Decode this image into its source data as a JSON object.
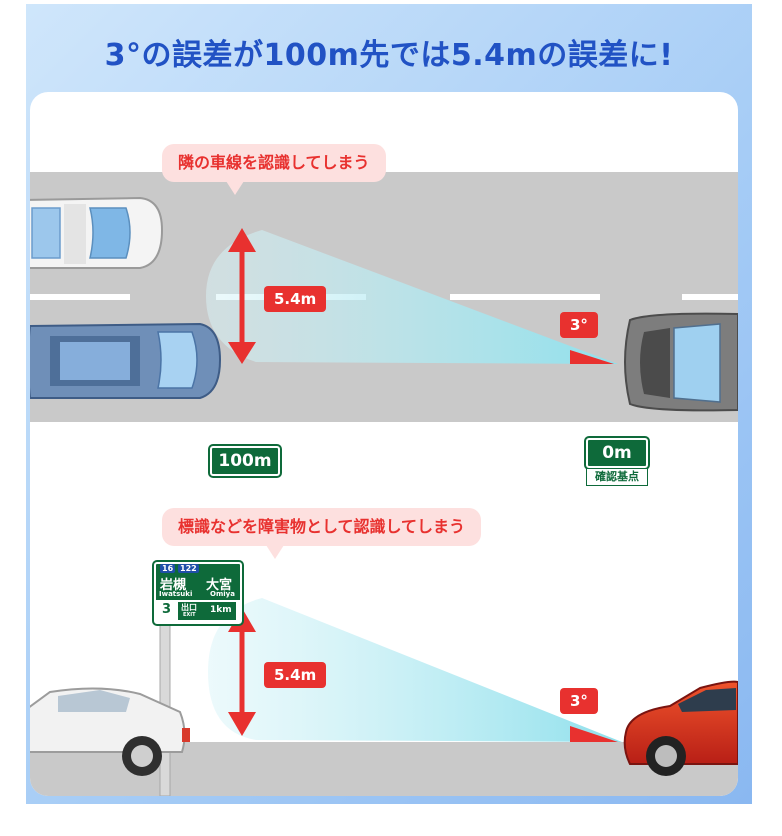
{
  "headline": "3°の誤差が100m先では5.4mの誤差に!",
  "top_scene": {
    "callout": "隣の車線を認識してしまう",
    "distance_label": "5.4m",
    "angle_label": "3°"
  },
  "markers": {
    "far": "100m",
    "near": "0m",
    "near_caption": "確認基点"
  },
  "bottom_scene": {
    "callout": "標識などを障害物として認識してしまう",
    "distance_label": "5.4m",
    "angle_label": "3°",
    "road_sign": {
      "route_a": "16",
      "route_b": "122",
      "dest1_jp": "岩槻",
      "dest1_en": "Iwatsuki",
      "dest2_jp": "大宮",
      "dest2_en": "Omiya",
      "exit_no": "3",
      "exit_jp": "出口",
      "exit_en": "EXIT",
      "exit_dist": "1km"
    }
  },
  "colors": {
    "title": "#2152c4",
    "accent_red": "#e8312f",
    "callout_bg": "#fde0df",
    "cone": "#9ee3ee",
    "road": "#c9c9c9",
    "sign_green": "#0e6a3a"
  }
}
